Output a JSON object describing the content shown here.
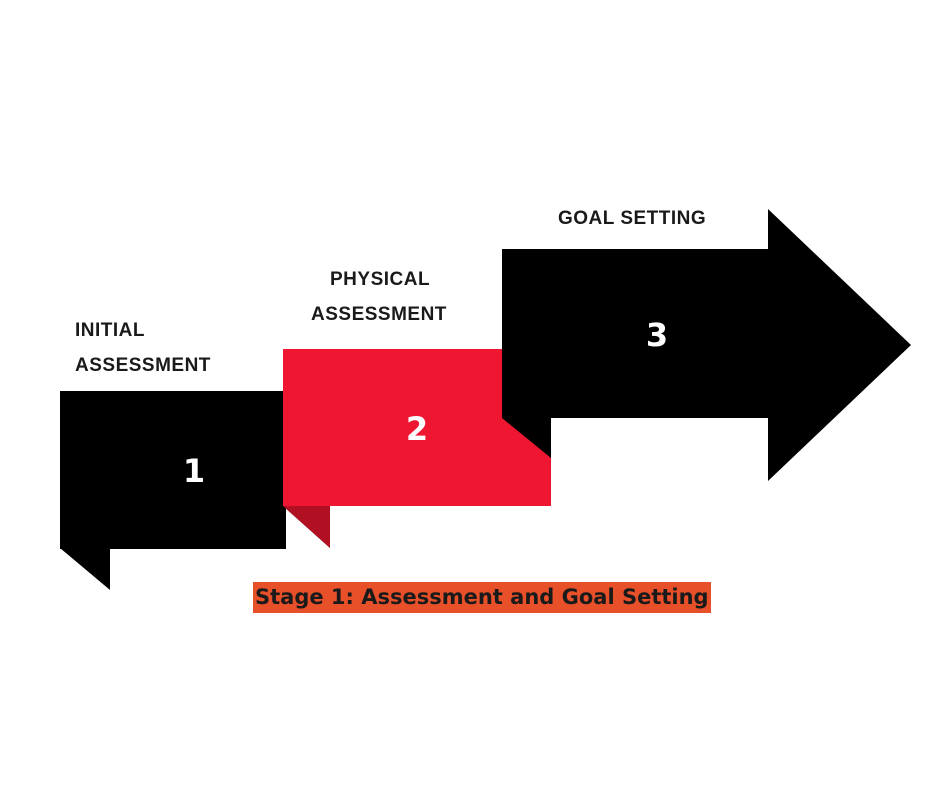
{
  "diagram": {
    "steps": [
      {
        "label_lines": [
          "INITIAL",
          "ASSESSMENT"
        ],
        "number": "1",
        "color": "#000000"
      },
      {
        "label_lines": [
          "PHYSICAL",
          "ASSESSMENT"
        ],
        "number": "2",
        "color": "#ee1630"
      },
      {
        "label_lines": [
          "GOAL SETTING"
        ],
        "number": "3",
        "color": "#000000"
      }
    ],
    "caption": "Stage 1: Assessment and Goal Setting",
    "caption_bg": "#e8502a"
  }
}
